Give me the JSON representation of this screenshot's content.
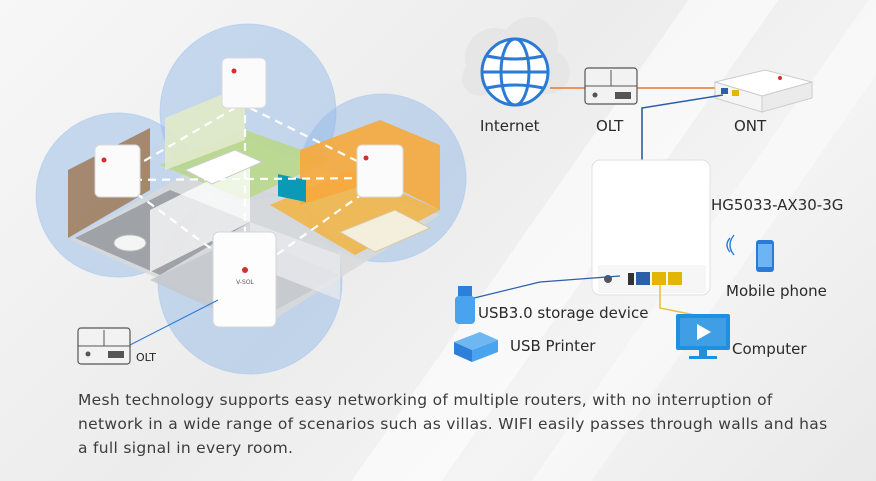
{
  "colors": {
    "fiber_line": "#e8782b",
    "cable_line": "#2d5ea8",
    "wifi_bubble": "#8fb6e6",
    "globe": "#2b7bd6"
  },
  "icons": [
    "globe-icon",
    "olt-device-icon",
    "ont-device-icon",
    "mesh-router-icon",
    "usb-stick-icon",
    "usb-printer-icon",
    "monitor-icon",
    "smartphone-icon",
    "wifi-signal-icon"
  ],
  "brand": "V-SOL",
  "house": {
    "olt_label": "OLT"
  },
  "topology": {
    "internet_label": "Internet",
    "olt_label": "OLT",
    "ont_label": "ONT",
    "router_model": "HG5033-AX30-3G",
    "mobile_label": "Mobile phone",
    "usb_storage_label": "USB3.0 storage device",
    "usb_printer_label": "USB Printer",
    "computer_label": "Computer"
  },
  "caption": "Mesh technology supports easy networking of multiple routers, with no interruption of network in a wide range of scenarios such as villas. WIFI easily passes through walls and has a full signal in every room."
}
